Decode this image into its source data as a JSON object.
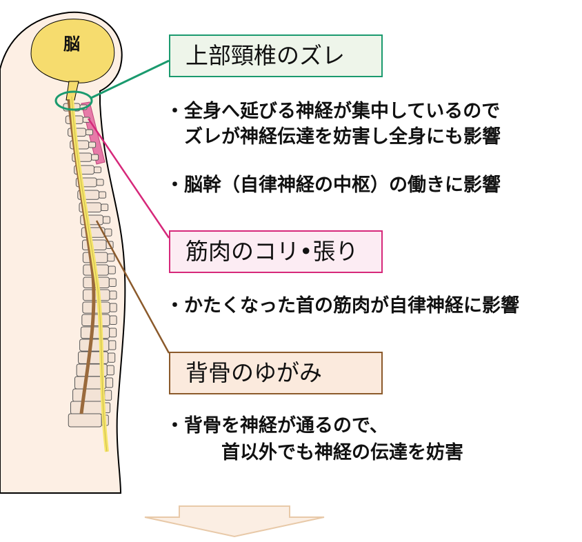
{
  "brain_label": "脳",
  "sections": [
    {
      "title": "上部頸椎のズレ",
      "color": "#1a9a6e",
      "fill": "#eef5ea",
      "bullets": [
        [
          "・全身へ延びる神経が集中しているので",
          "　ズレが神経伝達を妨害し全身にも影響"
        ],
        [
          "・脳幹（自律神経の中枢）の働きに影響"
        ]
      ]
    },
    {
      "title": "筋肉のコリ•張り",
      "color": "#d6287a",
      "fill": "#fcecf3",
      "bullets": [
        [
          "・かたくなった首の筋肉が自律神経に影響"
        ]
      ]
    },
    {
      "title": "背骨のゆがみ",
      "color": "#8b5a2b",
      "fill": "#fbeadd",
      "bullets": [
        [
          "・背骨を神経が通るので、",
          "　　　首以外でも神経の伝達を妨害"
        ]
      ]
    }
  ],
  "colors": {
    "skin": "#fdefe4",
    "brain": "#f6dc6e",
    "nerve": "#f6e56a",
    "vertebra": "#f3e3d6",
    "spine_line": "#9a6a3c",
    "arrow_fill": "#fbeee3",
    "arrow_stroke": "#e8c9a8"
  }
}
